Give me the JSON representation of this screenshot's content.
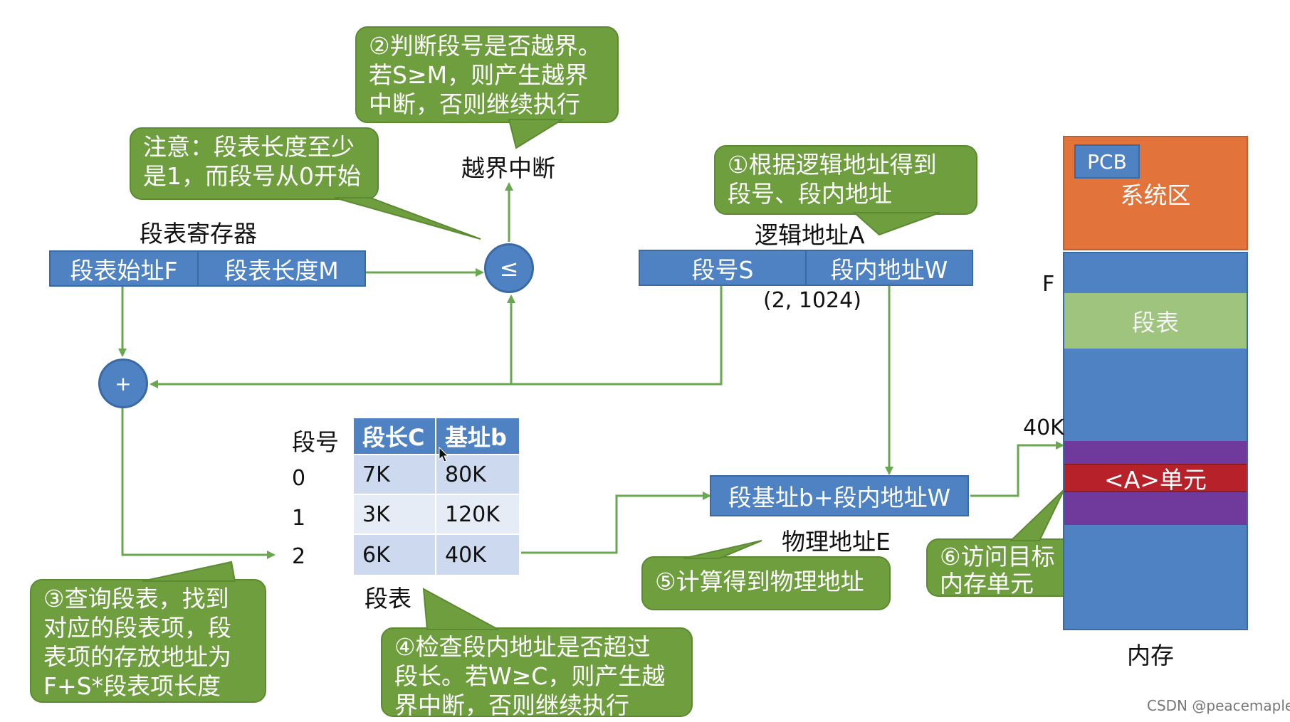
{
  "callouts": {
    "step1": "①根据逻辑地址得到\n段号、段内地址",
    "step2": "②判断段号是否越界。\n若S≥M，则产生越界\n中断，否则继续执行",
    "note": "注意：段表长度至少\n是1，而段号从0开始",
    "step3": "③查询段表，找到\n对应的段表项，段\n表项的存放地址为\nF+S*段表项长度",
    "step4": "④检查段内地址是否超过\n段长。若W≥C，则产生越\n界中断，否则继续执行",
    "step5": "⑤计算得到物理地址",
    "step6": "⑥访问目标\n内存单元"
  },
  "register": {
    "title": "段表寄存器",
    "start": "段表始址F",
    "length": "段表长度M"
  },
  "compare": {
    "symbol": "≤",
    "out_label": "越界中断"
  },
  "adder": {
    "symbol": "+"
  },
  "logical": {
    "title": "逻辑地址A",
    "seg": "段号S",
    "offset": "段内地址W",
    "example": "(2, 1024)"
  },
  "segtable": {
    "caption": "段表",
    "index_header": "段号",
    "col1": "段长C",
    "col2": "基址b",
    "rows": [
      {
        "idx": "0",
        "len": "7K",
        "base": "80K"
      },
      {
        "idx": "1",
        "len": "3K",
        "base": "120K"
      },
      {
        "idx": "2",
        "len": "6K",
        "base": "40K"
      }
    ]
  },
  "physical": {
    "formula": "段基址b+段内地址W",
    "label": "物理地址E"
  },
  "memory": {
    "pcb": "PCB",
    "system": "系统区",
    "F": "F",
    "segtable": "段表",
    "addr40k": "40K",
    "unit": "<A>单元",
    "caption": "内存"
  },
  "watermark": "CSDN @peacemaple",
  "colors": {
    "callout_green": "#6f9e3f",
    "box_blue": "#4f82c3",
    "arrow_green": "#6aa84f",
    "memory_orange": "#e2733a",
    "memory_green": "#9fc47e",
    "memory_purple": "#6f3a9c",
    "memory_red": "#b7222a"
  }
}
